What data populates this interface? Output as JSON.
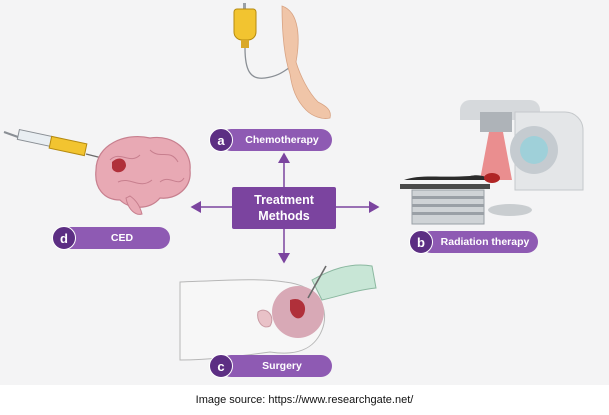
{
  "center": {
    "line1": "Treatment",
    "line2": "Methods"
  },
  "methods": [
    {
      "letter": "a",
      "label": "Chemotherapy"
    },
    {
      "letter": "b",
      "label": "Radiation therapy"
    },
    {
      "letter": "c",
      "label": "Surgery"
    },
    {
      "letter": "d",
      "label": "CED"
    }
  ],
  "caption": "Image source: https://www.researchgate.net/",
  "colors": {
    "pill": "#8e5ab3",
    "badge": "#5c2e83",
    "center": "#7b449f",
    "arrow": "#7b449f",
    "panel": "#f4f4f5"
  },
  "icons": [
    "iv-drip-arm-icon",
    "radiation-machine-icon",
    "surgery-head-icon",
    "syringe-brain-icon"
  ]
}
